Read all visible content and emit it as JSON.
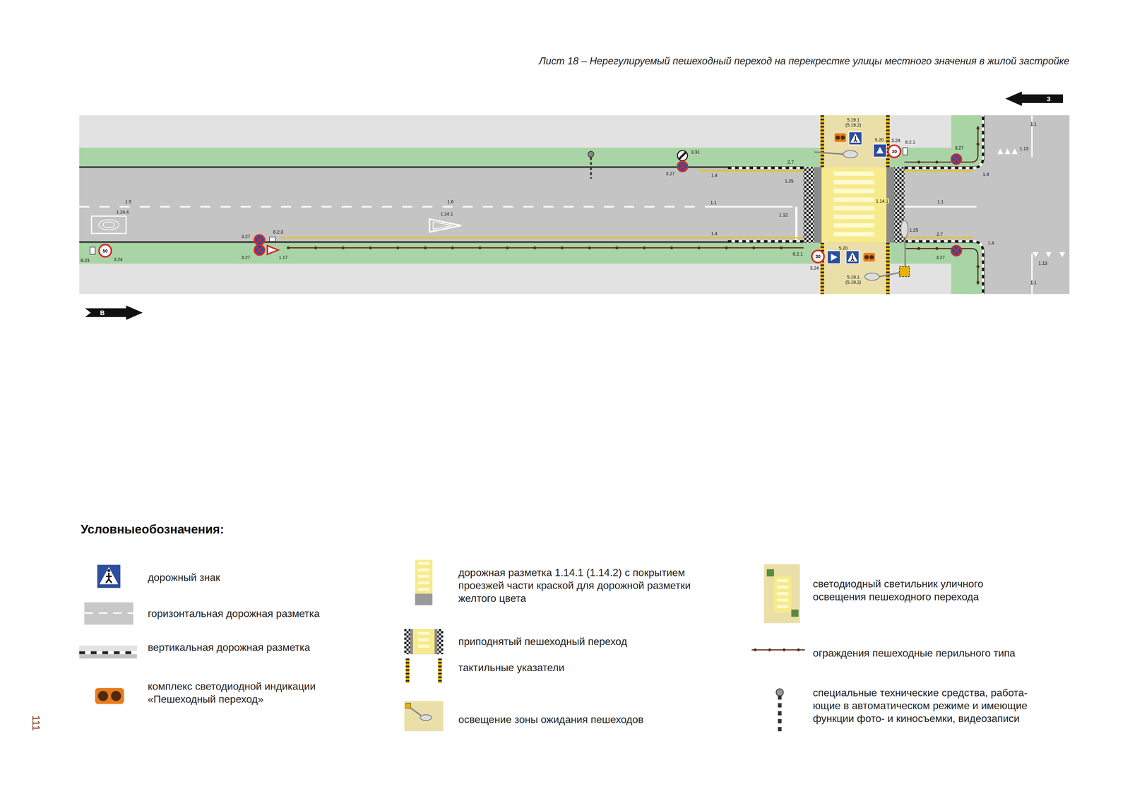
{
  "diagram": {
    "title": "Лист 18 – Нерегулируемый пешеходный переход на перекрестке улицы местного значения в жилой застройке",
    "labels": [
      "1.1",
      "5.19.1 (5.19.2)",
      "5.20",
      "3.24",
      "8.2.1",
      "30",
      "3.31",
      "3.27",
      "1.13",
      "2.7",
      "3.27",
      "1.4",
      "1.4",
      "1.25",
      "1.5",
      "1.6",
      "1.1",
      "1.14.1",
      "1.1",
      "1.24.4",
      "1.12",
      "1.24.1",
      "1.25",
      "8.2.3",
      "3.27",
      "2.7",
      "1.4",
      "1.4",
      "5.20",
      "50",
      "8.2.1",
      "30",
      "3.27",
      "1.17",
      "3.24",
      "3.27",
      "1.13",
      "8.23",
      "3.24",
      "5.19.1 (5.19.2)",
      "1.1",
      "З",
      "В",
      "111",
      "Условныеобозначения:"
    ],
    "legend": [
      {
        "text": "дорожный знак"
      },
      {
        "text": "горизонтальная дорожная разметка"
      },
      {
        "text": "вертикальная дорожная разметка"
      },
      {
        "text": "комплекс светодиодной индикации «Пешеходный переход»"
      },
      {
        "text": "дорожная разметка 1.14.1 (1.14.2) с покрытием проезжей части краской для дорожной разметки желтого цвета"
      },
      {
        "text": "приподнятый пешеходный переход"
      },
      {
        "text": "тактильные указатели"
      },
      {
        "text": "освещение зоны ожидания пешеходов"
      },
      {
        "text": "светодиодный светильник уличного освещения пешеходного перехода"
      },
      {
        "text": "ограждения пешеходные перильного типа"
      },
      {
        "text": "специальные технические средства, работа- ющие в автоматическом режиме и имеющие функции фото- и киносъемки, видеозаписи"
      }
    ]
  }
}
